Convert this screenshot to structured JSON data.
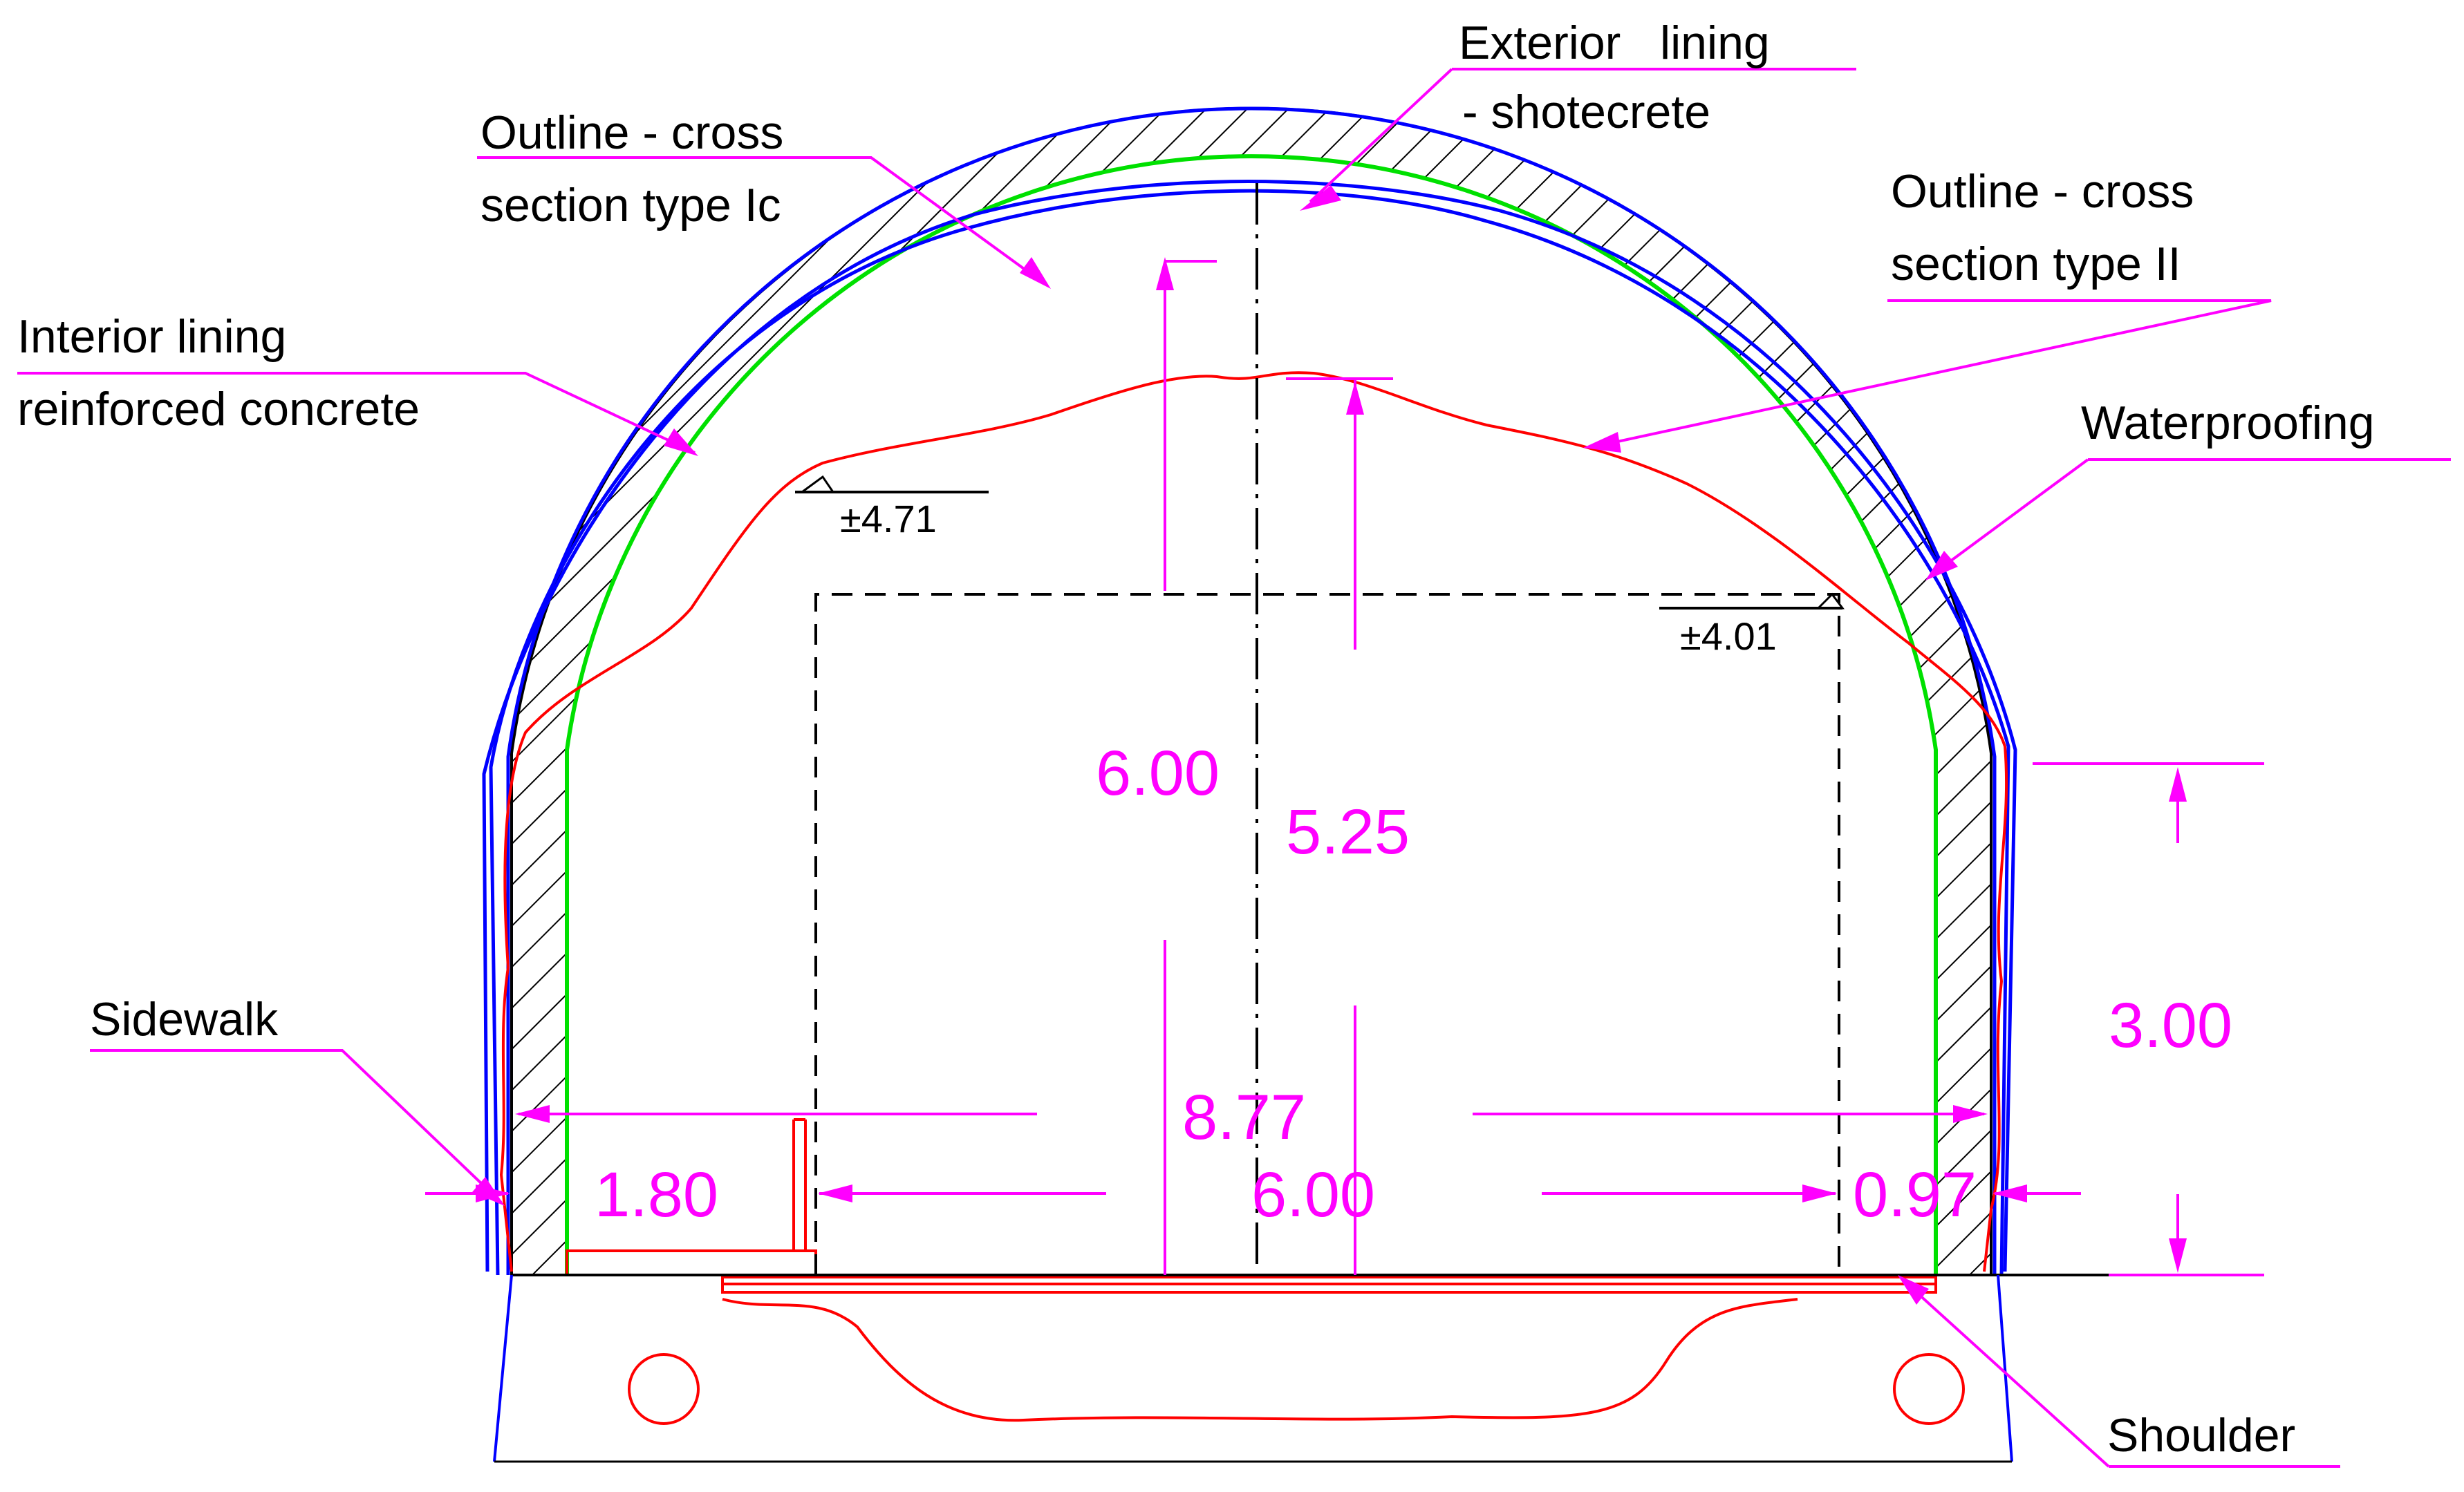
{
  "labels": {
    "exterior_lining_1": "Exterior   lining",
    "exterior_lining_2": "- shotecrete",
    "outline_ic_1": "Outline - cross",
    "outline_ic_2": "section type Ic",
    "outline_ii_1": "Outline - cross",
    "outline_ii_2": "section type II",
    "interior_lining_1": "Interior lining",
    "interior_lining_2": "reinforced concrete",
    "waterproofing": "Waterproofing",
    "sidewalk": "Sidewalk",
    "shoulder": "Shoulder"
  },
  "levels": {
    "left": "±4.71",
    "right": "±4.01"
  },
  "dimensions": {
    "height_outline_ic": "6.00",
    "height_outline_ii": "5.25",
    "wall_height": "3.00",
    "total_width": "8.77",
    "lane_width": "6.00",
    "sidewalk_width": "1.80",
    "shoulder_width": "0.97"
  },
  "colors": {
    "hatching": "#000000",
    "interior_outline": "#00e000",
    "outline_type_ii": "#ff0000",
    "exterior_shotcrete": "#0000ff",
    "dimensions": "#ff00ff"
  }
}
